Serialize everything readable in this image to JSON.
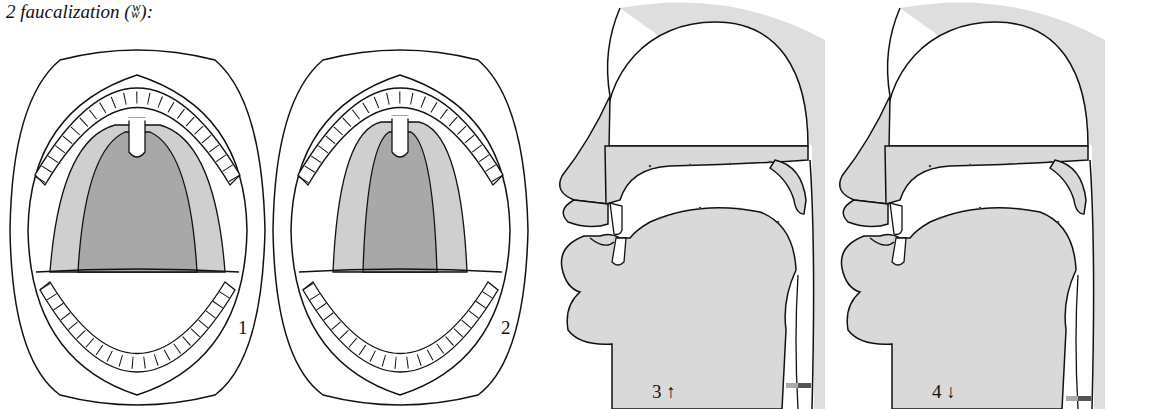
{
  "diagram": {
    "labels": [
      "2 faucalization (ʬ):",
      "1",
      "2",
      "3 ↑",
      "4 ↓"
    ]
  }
}
